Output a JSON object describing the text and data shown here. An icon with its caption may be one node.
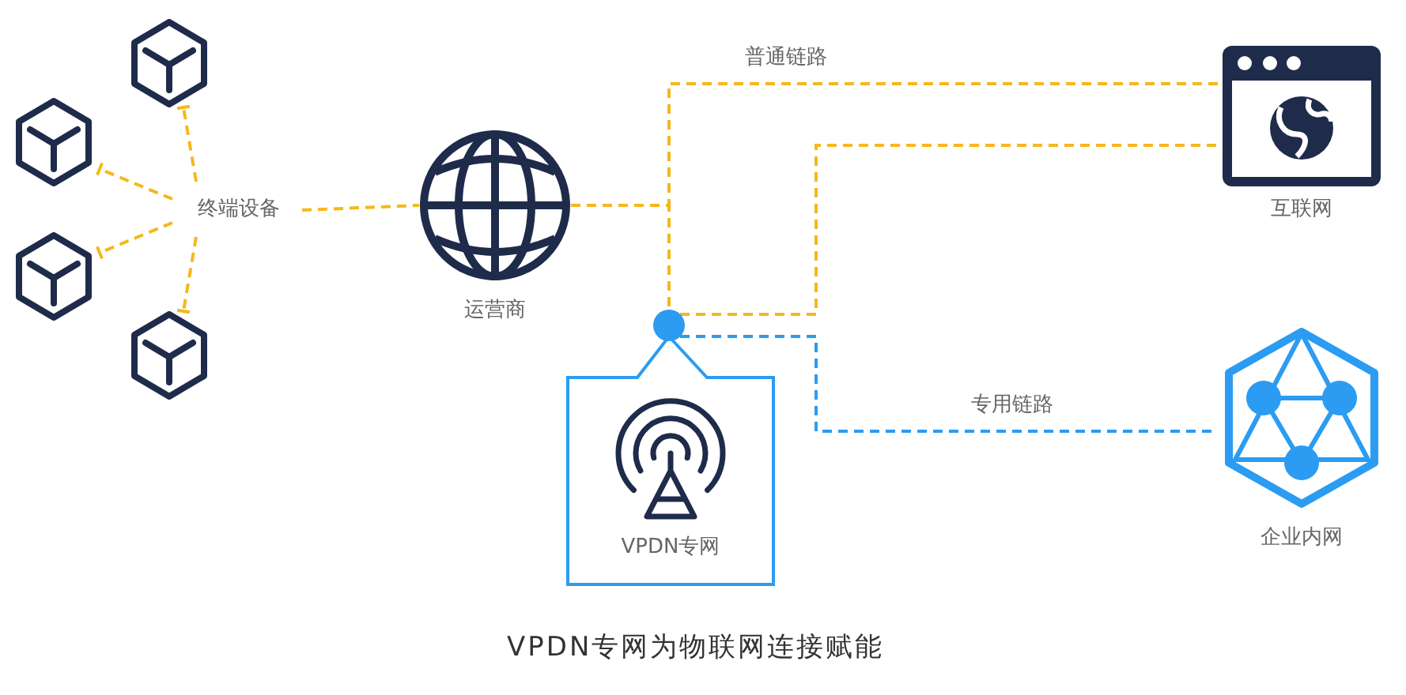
{
  "diagram": {
    "title": "VPDN专网为物联网连接赋能",
    "nodes": [
      {
        "text": [
          "终端设备"
        ]
      },
      {
        "text": [],
        "shape": "cube"
      },
      {
        "text": [],
        "shape": "cube"
      },
      {
        "text": [],
        "shape": "cube"
      },
      {
        "text": [],
        "shape": "cube"
      },
      {
        "text": [
          "运营商"
        ]
      },
      {
        "text": [
          "互联网"
        ]
      },
      {
        "text": [
          "VPDN专网"
        ]
      },
      {
        "text": [],
        "shape": "circle"
      },
      {
        "text": [
          "企业内网"
        ]
      }
    ],
    "edges": [
      {
        "from": 0,
        "to": 5,
        "arrow": "none",
        "style": "dashed"
      },
      {
        "from": 0,
        "to": 1,
        "arrow": "other",
        "style": "dashed"
      },
      {
        "from": 0,
        "to": 2,
        "arrow": "other",
        "style": "dashed"
      },
      {
        "from": 0,
        "to": 3,
        "arrow": "other",
        "style": "dashed"
      },
      {
        "from": 0,
        "to": 4,
        "arrow": "other",
        "style": "dashed"
      },
      {
        "from": 5,
        "to": 6,
        "arrow": "none",
        "style": "dashed",
        "label": "普通链路"
      },
      {
        "from": 5,
        "to": 8,
        "arrow": "none",
        "style": "dashed"
      },
      {
        "from": 8,
        "to": 6,
        "arrow": "none",
        "style": "dashed"
      },
      {
        "from": 8,
        "to": 9,
        "arrow": "none",
        "style": "dashed",
        "color": "#2b9cf2",
        "label": "专用链路"
      }
    ]
  }
}
